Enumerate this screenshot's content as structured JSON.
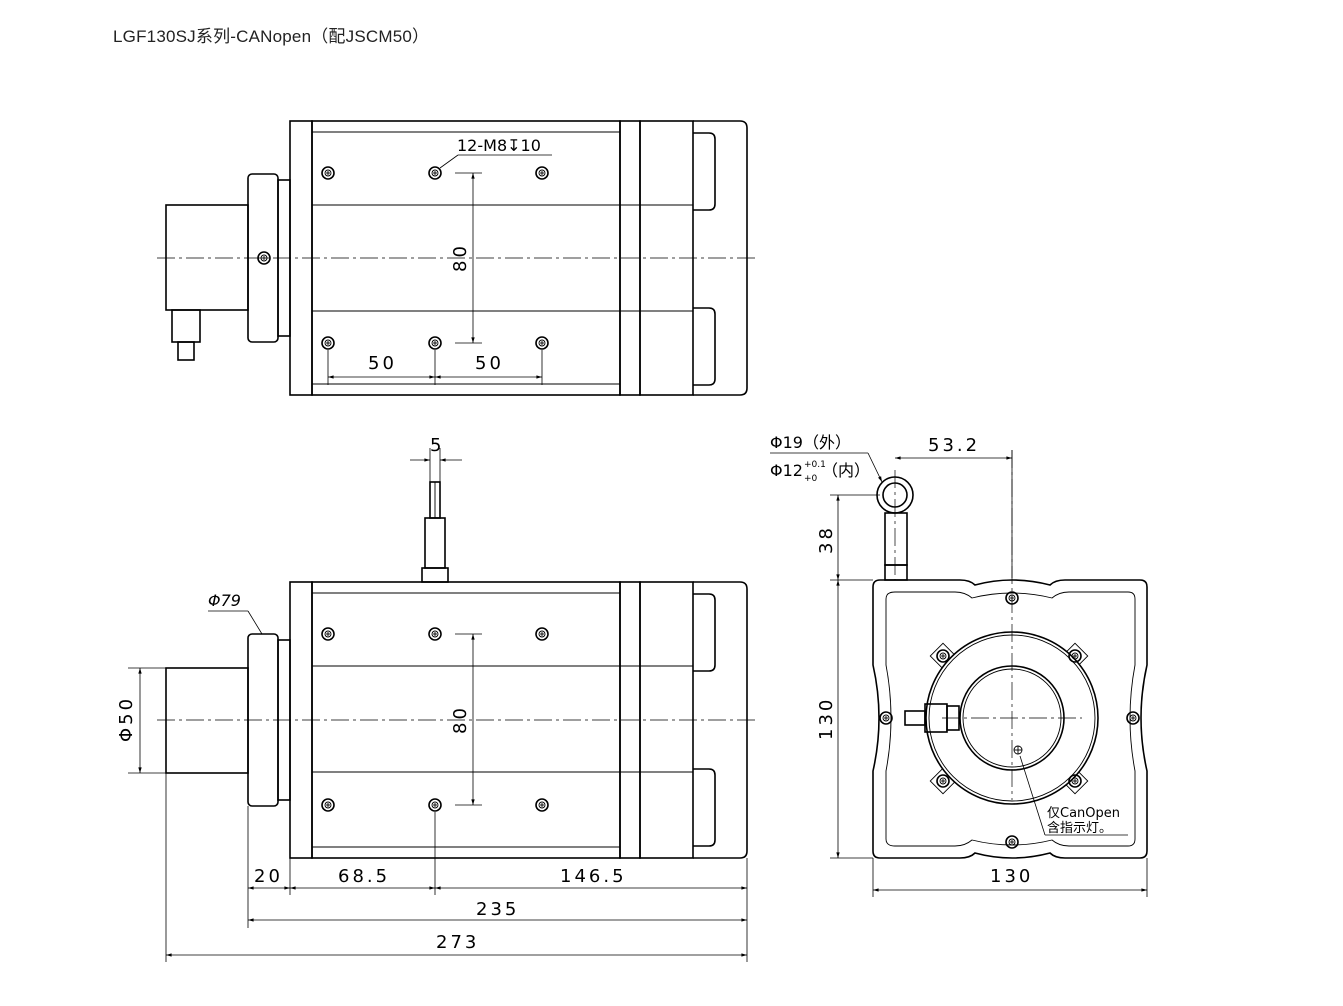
{
  "title": "LGF130SJ系列-CANopen（配JSCM50）",
  "top_view": {
    "thread_callout": "12-M8↧10",
    "dim_height": "80",
    "dim_pitch_left": "50",
    "dim_pitch_right": "50"
  },
  "front_view": {
    "dim_wire": "5",
    "dim_flange_dia": "Φ79",
    "dim_encoder_dia": "Φ50",
    "dim_height": "80",
    "dim_20": "20",
    "dim_68_5": "68.5",
    "dim_146_5": "146.5",
    "dim_235": "235",
    "dim_273": "273"
  },
  "side_view": {
    "eyelet_outer": "Φ19（外）",
    "eyelet_inner_base": "Φ12",
    "eyelet_inner_tol_upper": "+0.1",
    "eyelet_inner_tol_lower": "+0",
    "eyelet_inner_suffix": "（内）",
    "dim_53_2": "53.2",
    "dim_38": "38",
    "dim_height": "130",
    "dim_width": "130",
    "note_line1": "仅CanOpen",
    "note_line2": "含指示灯。"
  }
}
